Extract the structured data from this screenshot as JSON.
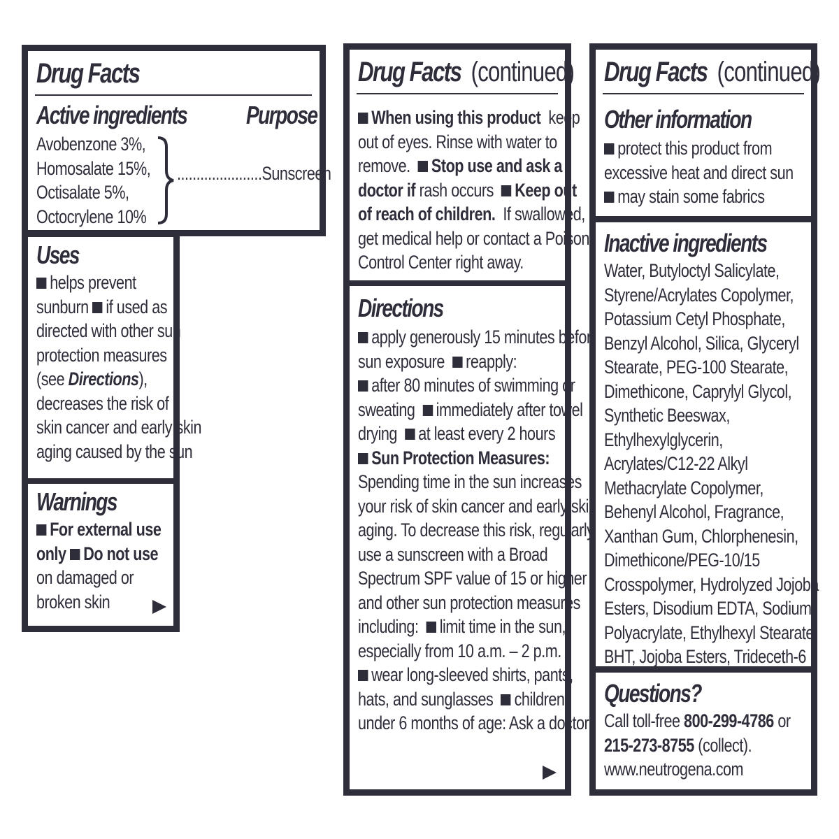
{
  "panel1": {
    "title": "Drug Facts",
    "active_heading": "Active ingredients",
    "purpose_heading": "Purpose",
    "ingredients": [
      "Avobenzone 3%,",
      "Homosalate 15%,",
      "Octisalate 5%,",
      "Octocrylene 10%"
    ],
    "purpose_leader": "......................",
    "purpose_value": "Sunscreen",
    "uses": {
      "heading": "Uses",
      "l1": "helps prevent",
      "l2a": "sunburn",
      "l2b": "if used as",
      "l3": "directed with other sun",
      "l4": "protection measures",
      "l5a": "(see ",
      "l5b": "Directions",
      "l5c": "),",
      "l6": "decreases the risk of",
      "l7": "skin cancer and early skin",
      "l8": "aging caused by the sun"
    },
    "warnings": {
      "heading": "Warnings",
      "l1": "For external use",
      "l2a": "only",
      "l2b": "Do not use",
      "l3": "on damaged or",
      "l4": "broken skin"
    }
  },
  "panel2": {
    "title": "Drug Facts",
    "continued": "(continued)",
    "when_using": {
      "l1a": "When using this product",
      "l1b": "keep",
      "l2": "out of eyes.  Rinse with water to",
      "l3a": "remove.",
      "l3b": "Stop use and ask a",
      "l4a": "doctor if",
      "l4b": "rash occurs",
      "l4c": "Keep out",
      "l5a": "of reach of children.",
      "l5b": "If swallowed,",
      "l6": "get medical help or contact a Poison",
      "l7": "Control Center right away."
    },
    "directions": {
      "heading": "Directions",
      "l1": "apply generously 15 minutes before",
      "l2a": "sun exposure",
      "l2b": "reapply:",
      "l3": "after 80 minutes of swimming or",
      "l4a": "sweating",
      "l4b": "immediately after towel",
      "l5a": "drying",
      "l5b": "at least every 2 hours",
      "l6": "Sun Protection Measures:",
      "l7": "Spending time in the sun increases",
      "l8": "your risk of skin cancer and early skin",
      "l9": "aging.  To decrease this risk, regularly",
      "l10": "use a sunscreen with a Broad",
      "l11": "Spectrum SPF value of 15 or higher",
      "l12": "and other sun protection measures",
      "l13a": "including:",
      "l13b": "limit time in the sun,",
      "l14": "especially from 10 a.m. – 2 p.m.",
      "l15": "wear long-sleeved shirts, pants,",
      "l16a": "hats, and sunglasses",
      "l16b": "children",
      "l17": "under 6 months of age: Ask a doctor"
    }
  },
  "panel3": {
    "title": "Drug Facts",
    "continued": "(continued)",
    "other": {
      "heading": "Other information",
      "l1": "protect this product from",
      "l2": "excessive heat and direct sun",
      "l3": "may stain some fabrics"
    },
    "inactive": {
      "heading": "Inactive ingredients",
      "lines": [
        "Water, Butyloctyl Salicylate,",
        "Styrene/Acrylates Copolymer,",
        "Potassium Cetyl Phosphate,",
        "Benzyl Alcohol, Silica, Glyceryl",
        "Stearate, PEG-100 Stearate,",
        "Dimethicone, Caprylyl Glycol,",
        "Synthetic Beeswax,",
        "Ethylhexylglycerin,",
        "Acrylates/C12-22 Alkyl",
        "Methacrylate Copolymer,",
        "Behenyl Alcohol, Fragrance,",
        "Xanthan Gum, Chlorphenesin,",
        "Dimethicone/PEG-10/15",
        "Crosspolymer, Hydrolyzed Jojoba",
        "Esters, Disodium EDTA, Sodium",
        "Polyacrylate, Ethylhexyl Stearate,",
        "BHT, Jojoba Esters, Trideceth-6"
      ]
    },
    "questions": {
      "heading": "Questions?",
      "l1a": "Call toll-free ",
      "l1b": "800-299-4786",
      "l1c": " or",
      "l2a": "215-273-8755",
      "l2b": " (collect).",
      "l3": "www.neutrogena.com"
    }
  },
  "colors": {
    "ink": "#2e2d3a",
    "paper": "#ffffff"
  }
}
